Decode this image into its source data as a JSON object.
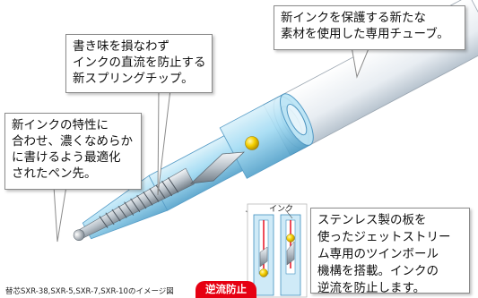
{
  "callouts": {
    "tube": {
      "lines": [
        "新インクを保護する新たな",
        "素材を使用した専用チューブ。"
      ]
    },
    "spring": {
      "lines": [
        "書き味を損なわず",
        "インクの直流を防止する",
        "新スプリングチップ。"
      ]
    },
    "tip": {
      "lines": [
        "新インクの特性に",
        "合わせ、濃くなめらか",
        "に書けるよう最適化",
        "されたペン先。"
      ]
    },
    "plate": {
      "lines": [
        "ステンレス製の板を",
        "使ったジェットストリー",
        "ム専用のツインボール",
        "機構を搭載。インクの",
        "逆流を防止します。"
      ]
    }
  },
  "inset": {
    "ink_label": "インク"
  },
  "badge": {
    "label": "逆流防止"
  },
  "caption": "替芯SXR-38,SXR-5,SXR-7,SXR-10のイメージ図",
  "colors": {
    "tube_blue": "#8fd3f0",
    "tube_dark": "#3f8fbf",
    "ball_yellow": "#f5d000",
    "badge_red": "#e60012"
  }
}
